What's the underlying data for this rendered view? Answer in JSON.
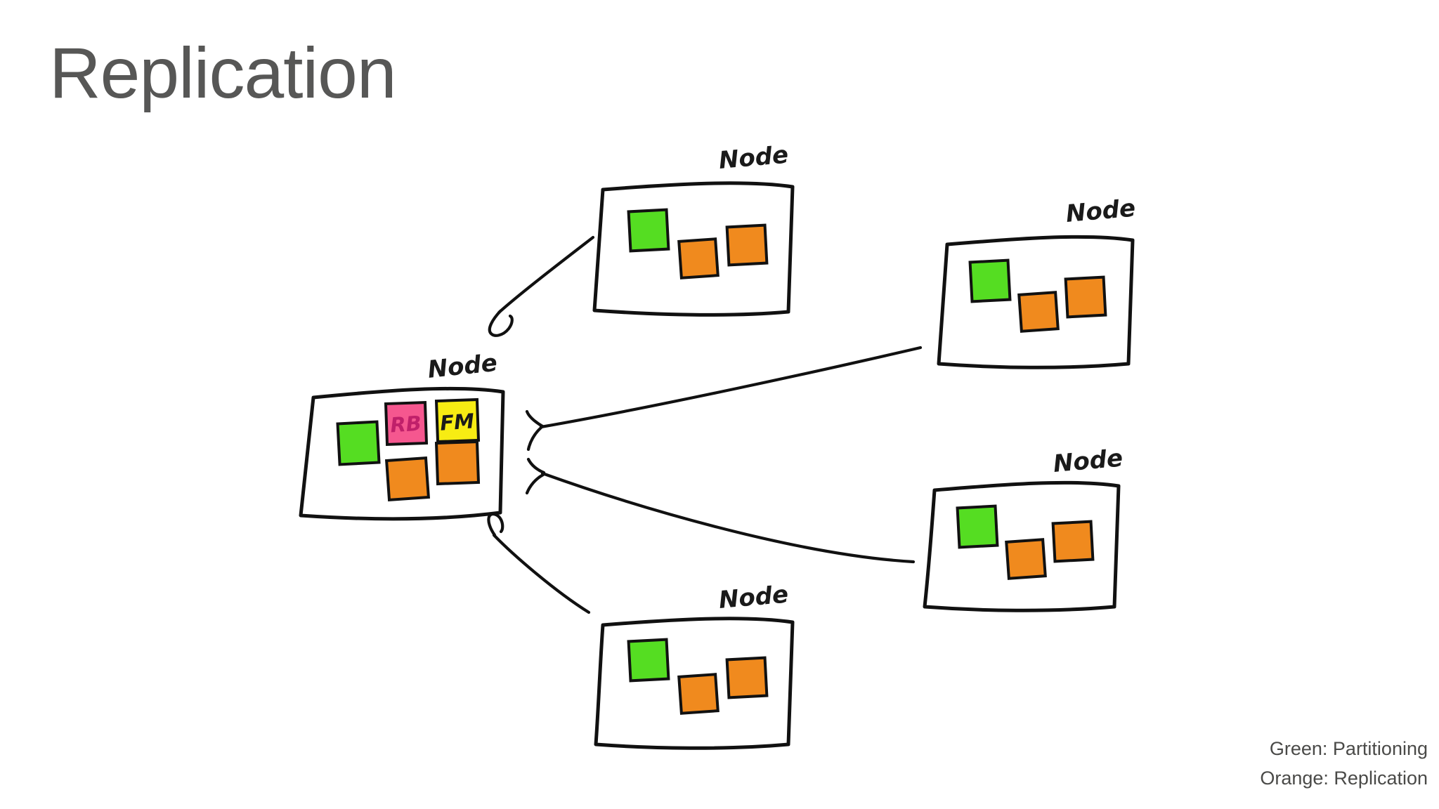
{
  "slide": {
    "title": "Replication",
    "title_color": "#575756",
    "background_color": "#ffffff"
  },
  "legend": {
    "lines": [
      "Green: Partitioning",
      "Orange: Replication"
    ],
    "green_label": "Green: Partitioning",
    "orange_label": "Orange: Replication",
    "text_color": "#4a4a48"
  },
  "palette": {
    "green": "#55DD22",
    "orange": "#F08A1E",
    "pink": "#F5578F",
    "yellow": "#F7EC13",
    "ink": "#111111",
    "pink_ink": "#C0206A"
  },
  "diagram": {
    "type": "hand-drawn-node-replication",
    "node_label": "Node",
    "nodes": [
      {
        "id": "node-top",
        "label": "Node",
        "role": "replica",
        "tiles": [
          {
            "color": "green",
            "text": ""
          },
          {
            "color": "orange",
            "text": ""
          },
          {
            "color": "orange",
            "text": ""
          }
        ]
      },
      {
        "id": "node-right-upper",
        "label": "Node",
        "role": "replica",
        "tiles": [
          {
            "color": "green",
            "text": ""
          },
          {
            "color": "orange",
            "text": ""
          },
          {
            "color": "orange",
            "text": ""
          }
        ]
      },
      {
        "id": "node-right-lower",
        "label": "Node",
        "role": "replica",
        "tiles": [
          {
            "color": "green",
            "text": ""
          },
          {
            "color": "orange",
            "text": ""
          },
          {
            "color": "orange",
            "text": ""
          }
        ]
      },
      {
        "id": "node-bottom",
        "label": "Node",
        "role": "replica",
        "tiles": [
          {
            "color": "green",
            "text": ""
          },
          {
            "color": "orange",
            "text": ""
          },
          {
            "color": "orange",
            "text": ""
          }
        ]
      },
      {
        "id": "node-center",
        "label": "Node",
        "role": "primary",
        "tiles": [
          {
            "color": "green",
            "text": ""
          },
          {
            "color": "pink",
            "text": "RB"
          },
          {
            "color": "yellow",
            "text": "FM"
          },
          {
            "color": "orange",
            "text": ""
          },
          {
            "color": "orange",
            "text": ""
          }
        ]
      }
    ],
    "arrows": [
      {
        "id": "arrow-top-to-center",
        "from": "node-top",
        "to": "node-center"
      },
      {
        "id": "arrow-right-upper-to-center",
        "from": "node-right-upper",
        "to": "node-center"
      },
      {
        "id": "arrow-right-lower-to-center",
        "from": "node-right-lower",
        "to": "node-center"
      },
      {
        "id": "arrow-bottom-to-center",
        "from": "node-bottom",
        "to": "node-center"
      }
    ]
  }
}
